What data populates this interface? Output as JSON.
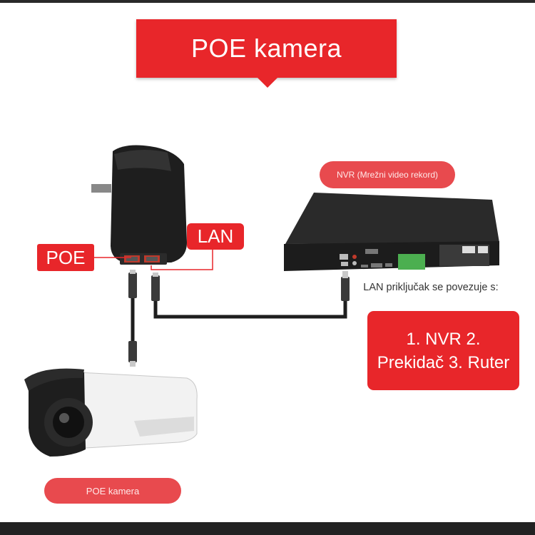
{
  "title": "POE kamera",
  "labels": {
    "poe": "POE",
    "lan": "LAN",
    "nvr": "NVR (Mrežni video rekord)",
    "camera": "POE kamera"
  },
  "lan_note": "LAN priključak se povezuje s:",
  "connection_list": "1. NVR 2. Prekidač 3. Ruter",
  "colors": {
    "accent": "#e8262a",
    "accent_soft": "#e84a4e",
    "device": "#1e1e1e"
  },
  "icons": [
    "poe-adapter-icon",
    "nvr-recorder-icon",
    "bullet-camera-icon",
    "ethernet-cable-icon"
  ]
}
